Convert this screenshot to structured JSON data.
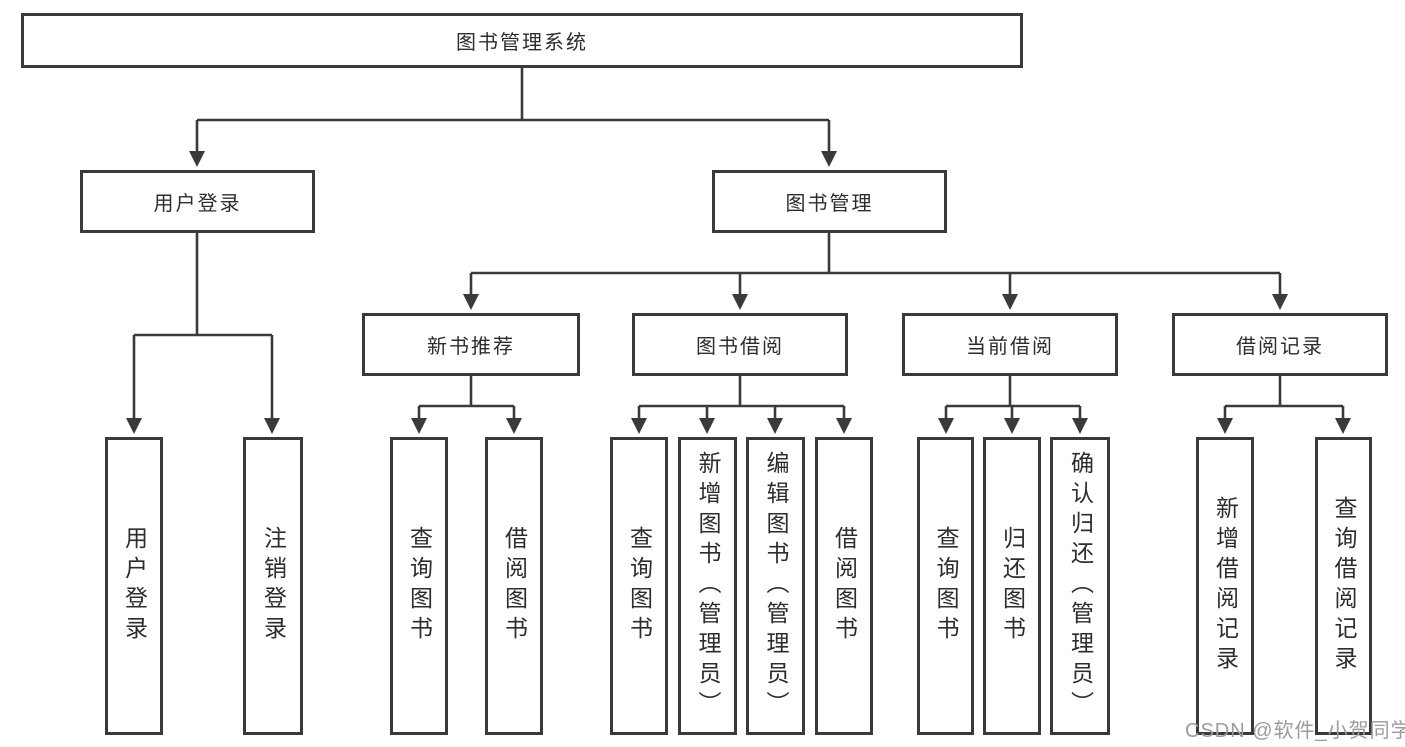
{
  "diagram_type": "hierarchy-tree",
  "tree": {
    "label": "图书管理系统",
    "children": [
      {
        "label": "用户登录",
        "children": [
          {
            "label": "用户登录"
          },
          {
            "label": "注销登录"
          }
        ]
      },
      {
        "label": "图书管理",
        "children": [
          {
            "label": "新书推荐",
            "children": [
              {
                "label": "查询图书"
              },
              {
                "label": "借阅图书"
              }
            ]
          },
          {
            "label": "图书借阅",
            "children": [
              {
                "label": "查询图书"
              },
              {
                "label": "新增图书（管理员）"
              },
              {
                "label": "编辑图书（管理员）"
              },
              {
                "label": "借阅图书"
              }
            ]
          },
          {
            "label": "当前借阅",
            "children": [
              {
                "label": "查询图书"
              },
              {
                "label": "归还图书"
              },
              {
                "label": "确认归还（管理员）"
              }
            ]
          },
          {
            "label": "借阅记录",
            "children": [
              {
                "label": "新增借阅记录"
              },
              {
                "label": "查询借阅记录"
              }
            ]
          }
        ]
      }
    ]
  },
  "watermark": {
    "text": "CSDN @软件_小贺同学"
  },
  "colors": {
    "line": "#3a3a3a",
    "text": "#2d2d2d",
    "box_bg": "#ffffff",
    "bg": "#ffffff",
    "watermark": "#9c9c9c"
  }
}
